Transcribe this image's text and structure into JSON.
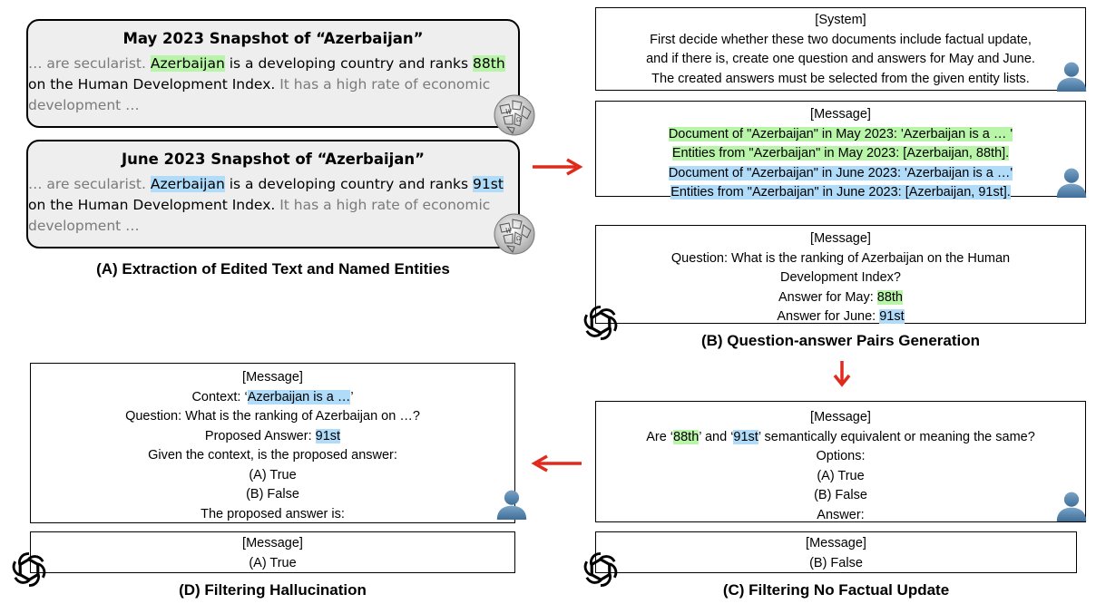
{
  "panel_a": {
    "may": {
      "title": "May 2023 Snapshot of “Azerbaijan”",
      "pre": "… are secularist. ",
      "entity": "Azerbaijan",
      "mid": " is a developing country and ranks ",
      "rank": "88th",
      "line2": "on the Human Development Index.",
      "grey_tail": " It has a high rate of economic",
      "line3": "development …"
    },
    "june": {
      "title": "June 2023 Snapshot of “Azerbaijan”",
      "pre": "… are secularist. ",
      "entity": "Azerbaijan",
      "mid": " is a developing country and ranks ",
      "rank": "91st",
      "line2": "on the Human Development Index.",
      "grey_tail": " It has a high rate of economic",
      "line3": "development …"
    },
    "caption": "(A) Extraction of Edited Text and Named Entities"
  },
  "panel_b": {
    "system": {
      "header": "[System]",
      "lines": [
        "First decide whether these two documents include factual update,",
        "and if there is, create one question and answers for May and June.",
        "The created answers must be selected from the given entity lists."
      ]
    },
    "message1": {
      "header": "[Message]",
      "lines": [
        "Document of \"Azerbaijan\" in May 2023: 'Azerbaijan is a … '",
        "Entities from \"Azerbaijan\" in May 2023: [Azerbaijan, 88th].",
        "Document of \"Azerbaijan\" in June 2023: 'Azerbaijan is a …'",
        "Entities from \"Azerbaijan\" in June 2023: [Azerbaijan, 91st]."
      ]
    },
    "message2": {
      "header": "[Message]",
      "q1": "Question: What is the ranking of Azerbaijan on the Human",
      "q2": "Development Index?",
      "may_label": "Answer for May: ",
      "may_value": "88th",
      "june_label": "Answer for June: ",
      "june_value": "91st"
    },
    "caption": "(B) Question-answer Pairs Generation"
  },
  "panel_c": {
    "message": {
      "header": "[Message]",
      "pre": "Are ‘",
      "a": "88th",
      "mid": "’ and ‘",
      "b": "91st",
      "post": "’ semantically equivalent or meaning the same?",
      "options": "Options:",
      "opt_a": "(A) True",
      "opt_b": "(B) False",
      "answer": "Answer:"
    },
    "reply": {
      "header": "[Message]",
      "text": "(B) False"
    },
    "caption": "(C) Filtering No Factual Update"
  },
  "panel_d": {
    "message": {
      "header": "[Message]",
      "ctx_label": "Context: ‘",
      "ctx_value": "Azerbaijan is a …",
      "ctx_end": "’",
      "question": "Question: What is the ranking of Azerbaijan on …?",
      "prop_label": "Proposed Answer: ",
      "prop_value": "91st",
      "given": "Given the context, is the proposed answer:",
      "opt_a": "(A) True",
      "opt_b": "(B) False",
      "final": "The proposed answer is:"
    },
    "reply": {
      "header": "[Message]",
      "text": "(A) True"
    },
    "caption": "(D) Filtering Hallucination"
  },
  "colors": {
    "green_highlight": "#b9f5a8",
    "blue_highlight": "#b0dcfa",
    "arrow": "#e02a1c",
    "user_icon": "#4f7fa8"
  },
  "icons": [
    "wikipedia-globe-icon",
    "user-icon",
    "openai-logo-icon",
    "red-arrow-icon"
  ]
}
